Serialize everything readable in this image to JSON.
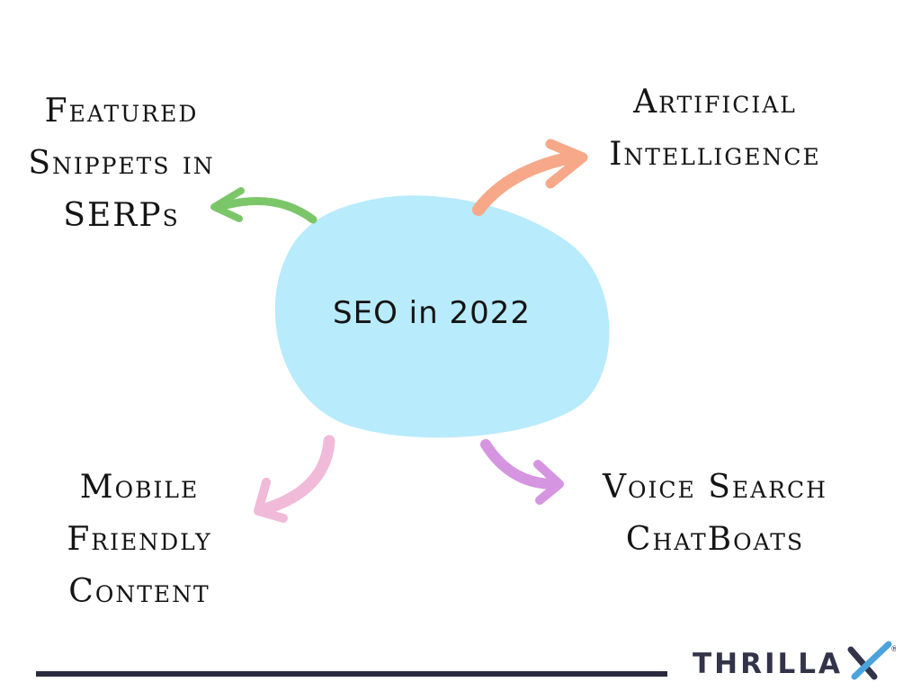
{
  "center": {
    "label": "SEO in 2022",
    "color": "#b8ebfb"
  },
  "topics": {
    "featured": {
      "lines": [
        "Featured",
        "Snippets in",
        "SERPs"
      ],
      "arrow_color": "#7cc66a"
    },
    "ai": {
      "lines": [
        "Artificial",
        "Intelligence"
      ],
      "arrow_color": "#f6a889"
    },
    "mobile": {
      "lines": [
        "Mobile",
        "Friendly",
        "Content"
      ],
      "arrow_color": "#f1bad8"
    },
    "voice": {
      "lines": [
        "Voice Search",
        "ChatBoats"
      ],
      "arrow_color": "#d695e0"
    }
  },
  "brand": {
    "name": "THRILLA",
    "mark": "X",
    "registered": "®",
    "color": "#33344a",
    "accent": "#4ba3de"
  },
  "footer": {
    "line_color": "#2b2b3f"
  }
}
